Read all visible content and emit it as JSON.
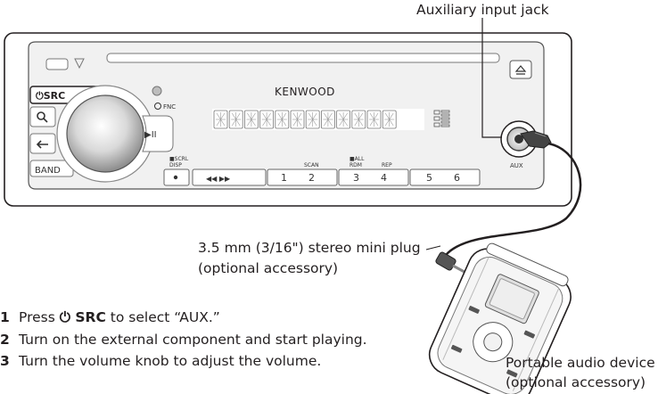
{
  "callouts": {
    "aux_jack": "Auxiliary input jack",
    "mini_plug_line1": "3.5 mm (3/16\") stereo mini plug",
    "mini_plug_line2": "(optional accessory)",
    "device_line1": "Portable audio device",
    "device_line2": "(optional accessory)"
  },
  "panel": {
    "brand": "KENWOOD",
    "src_label": "⏻SRC",
    "band_label": "BAND",
    "play_pause_label": "▶II",
    "fnc_label": "FNC",
    "scrl_label": "■SCRL",
    "disp_label": "DISP",
    "scan_label": "SCAN",
    "all_label": "■ALL",
    "rdm_label": "RDM",
    "rep_label": "REP",
    "aux_label": "AUX",
    "prev_next": "◀◀   ▶▶",
    "presets": [
      "1",
      "2",
      "3",
      "4",
      "5",
      "6"
    ]
  },
  "steps": [
    {
      "num": "1",
      "pre": "Press ",
      "keyword": "⏻ SRC",
      "post": " to select “AUX.”"
    },
    {
      "num": "2",
      "text": "Turn on the external component and start playing."
    },
    {
      "num": "3",
      "text": "Turn the volume knob to adjust the volume."
    }
  ]
}
